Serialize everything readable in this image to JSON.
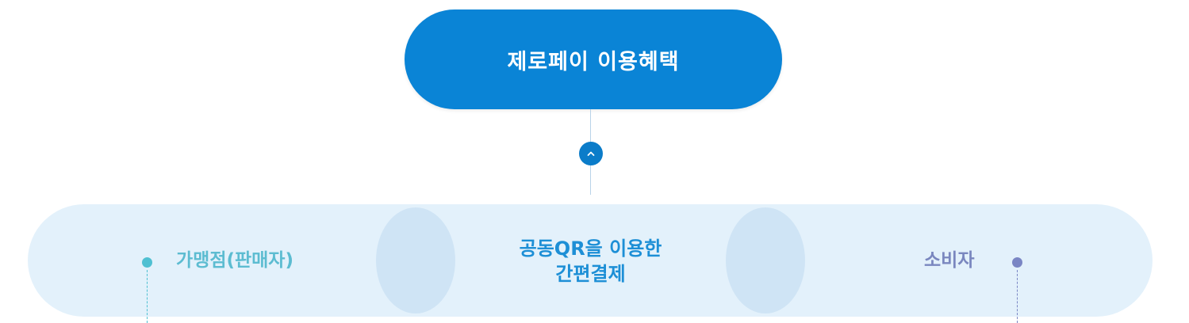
{
  "diagram": {
    "title": "제로페이 이용혜택",
    "center": {
      "line1": "공동QR을 이용한",
      "line2": "간편결제"
    },
    "seller": {
      "label": "가맹점(판매자)"
    },
    "consumer": {
      "label": "소비자"
    }
  },
  "colors": {
    "primary": "#0a84d6",
    "band": "#e3f1fb",
    "lens": "#cfe4f5",
    "seller_accent": "#4fc0d2",
    "consumer_accent": "#7a86c4",
    "center_text": "#1d8fd6"
  },
  "icons": {
    "toggle": "chevron-up-icon"
  }
}
